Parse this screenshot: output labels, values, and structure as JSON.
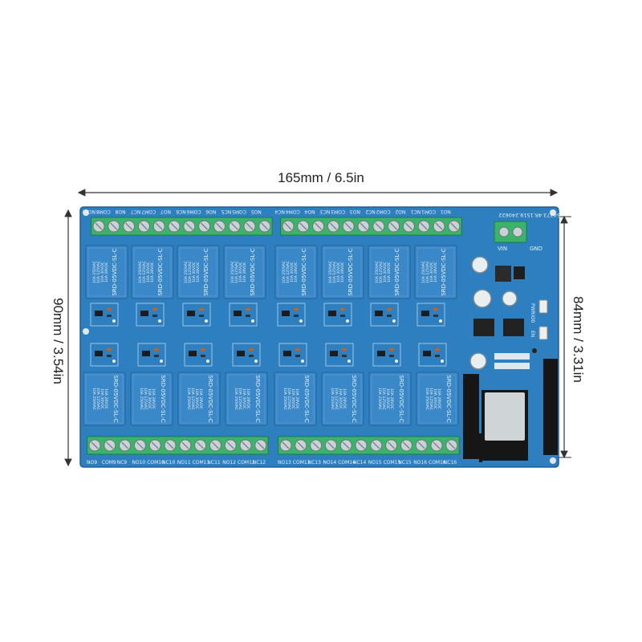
{
  "dimensions": {
    "width": "165mm / 6.5in",
    "height": "90mm / 3.54in",
    "mount_height": "84mm / 3.31in"
  },
  "board": {
    "color": "#2e7fc0",
    "relay_color": "#3a88c8",
    "terminal_color": "#3bb36a",
    "relay_part": "SRD-05VDC-SL-C",
    "relay_rating": [
      "10A 250VAC",
      "10A 125VAC",
      "10A 30VDC",
      "10A 28VDC"
    ],
    "top_labels_left": [
      "NC8",
      "COM8",
      "NO8",
      "NC7",
      "COM7",
      "NO7",
      "NC6",
      "COM6",
      "NO6",
      "NC5",
      "COM5",
      "NO5"
    ],
    "top_labels_right": [
      "NC4",
      "COM4",
      "NO4",
      "NC3",
      "COM3",
      "NO3",
      "NC2",
      "COM2",
      "NO2",
      "NC1",
      "COM1",
      "NO1"
    ],
    "bottom_labels_left": [
      "NO9",
      "COM9",
      "NC9",
      "NO10",
      "COM10",
      "NC10",
      "NO11",
      "COM11",
      "NC11",
      "NO12",
      "COM12",
      "NC12"
    ],
    "bottom_labels_right": [
      "NO13",
      "COM13",
      "NC13",
      "NO14",
      "COM14",
      "NC14",
      "NO15",
      "COM15",
      "NC15",
      "NO16",
      "COM16",
      "NC16"
    ],
    "serial": "54373.4R.1519.240622",
    "power_labels": [
      "VIN",
      "GND"
    ],
    "button_labels": [
      "IO0",
      "EN"
    ],
    "pwr_label": "PWR"
  }
}
